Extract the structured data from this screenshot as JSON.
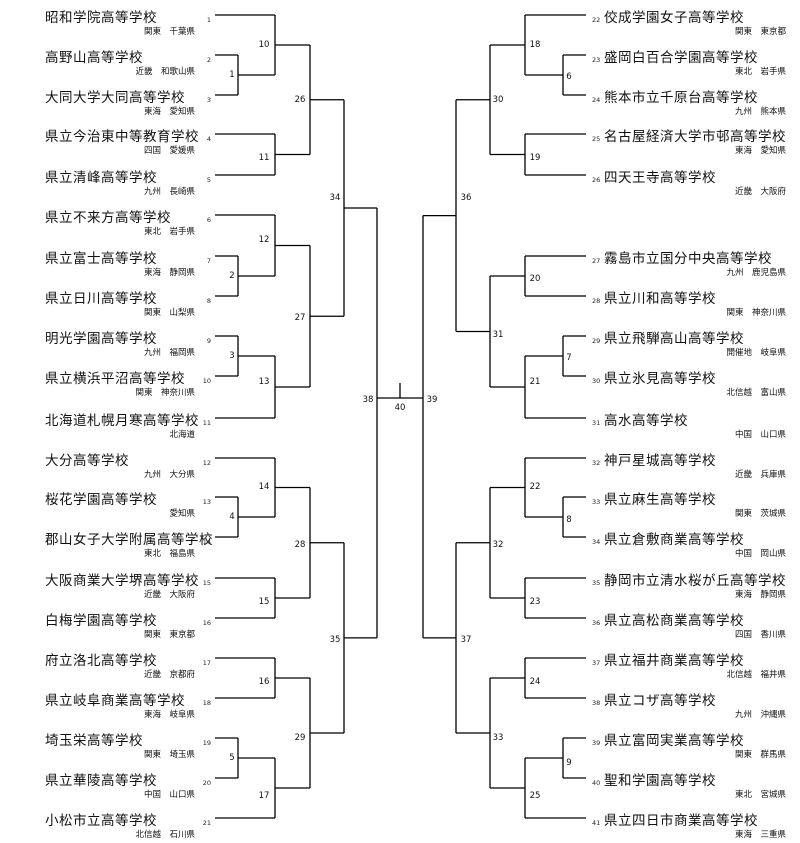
{
  "left_teams": [
    {
      "seed": "1",
      "name": "昭和学院高等学校",
      "region": "関東",
      "pref": "千葉県"
    },
    {
      "seed": "2",
      "name": "高野山高等学校",
      "region": "近畿",
      "pref": "和歌山県"
    },
    {
      "seed": "3",
      "name": "大同大学大同高等学校",
      "region": "東海",
      "pref": "愛知県"
    },
    {
      "seed": "4",
      "name": "県立今治東中等教育学校",
      "region": "四国",
      "pref": "愛媛県"
    },
    {
      "seed": "5",
      "name": "県立清峰高等学校",
      "region": "九州",
      "pref": "長崎県"
    },
    {
      "seed": "6",
      "name": "県立不来方高等学校",
      "region": "東北",
      "pref": "岩手県"
    },
    {
      "seed": "7",
      "name": "県立富士高等学校",
      "region": "東海",
      "pref": "静岡県"
    },
    {
      "seed": "8",
      "name": "県立日川高等学校",
      "region": "関東",
      "pref": "山梨県"
    },
    {
      "seed": "9",
      "name": "明光学園高等学校",
      "region": "九州",
      "pref": "福岡県"
    },
    {
      "seed": "10",
      "name": "県立横浜平沼高等学校",
      "region": "関東",
      "pref": "神奈川県"
    },
    {
      "seed": "11",
      "name": "北海道札幌月寒高等学校",
      "region": "",
      "pref": "北海道"
    },
    {
      "seed": "12",
      "name": "大分高等学校",
      "region": "九州",
      "pref": "大分県"
    },
    {
      "seed": "13",
      "name": "桜花学園高等学校",
      "region": "",
      "pref": "愛知県"
    },
    {
      "seed": "14",
      "name": "郡山女子大学附属高等学校",
      "region": "東北",
      "pref": "福島県"
    },
    {
      "seed": "15",
      "name": "大阪商業大学堺高等学校",
      "region": "近畿",
      "pref": "大阪府"
    },
    {
      "seed": "16",
      "name": "白梅学園高等学校",
      "region": "関東",
      "pref": "東京都"
    },
    {
      "seed": "17",
      "name": "府立洛北高等学校",
      "region": "近畿",
      "pref": "京都府"
    },
    {
      "seed": "18",
      "name": "県立岐阜商業高等学校",
      "region": "東海",
      "pref": "岐阜県"
    },
    {
      "seed": "19",
      "name": "埼玉栄高等学校",
      "region": "関東",
      "pref": "埼玉県"
    },
    {
      "seed": "20",
      "name": "県立華陵高等学校",
      "region": "中国",
      "pref": "山口県"
    },
    {
      "seed": "21",
      "name": "小松市立高等学校",
      "region": "北信越",
      "pref": "石川県"
    }
  ],
  "right_teams": [
    {
      "seed": "22",
      "name": "佼成学園女子高等学校",
      "region": "関東",
      "pref": "東京都"
    },
    {
      "seed": "23",
      "name": "盛岡白百合学園高等学校",
      "region": "東北",
      "pref": "岩手県"
    },
    {
      "seed": "24",
      "name": "熊本市立千原台高等学校",
      "region": "九州",
      "pref": "熊本県"
    },
    {
      "seed": "25",
      "name": "名古屋経済大学市邨高等学校",
      "region": "東海",
      "pref": "愛知県"
    },
    {
      "seed": "26",
      "name": "四天王寺高等学校",
      "region": "近畿",
      "pref": "大阪府"
    },
    {
      "seed": "27",
      "name": "霧島市立国分中央高等学校",
      "region": "九州",
      "pref": "鹿児島県"
    },
    {
      "seed": "28",
      "name": "県立川和高等学校",
      "region": "関東",
      "pref": "神奈川県"
    },
    {
      "seed": "29",
      "name": "県立飛騨高山高等学校",
      "region": "開催地",
      "pref": "岐阜県"
    },
    {
      "seed": "30",
      "name": "県立氷見高等学校",
      "region": "北信越",
      "pref": "富山県"
    },
    {
      "seed": "31",
      "name": "高水高等学校",
      "region": "中国",
      "pref": "山口県"
    },
    {
      "seed": "32",
      "name": "神戸星城高等学校",
      "region": "近畿",
      "pref": "兵庫県"
    },
    {
      "seed": "33",
      "name": "県立麻生高等学校",
      "region": "関東",
      "pref": "茨城県"
    },
    {
      "seed": "34",
      "name": "県立倉敷商業高等学校",
      "region": "中国",
      "pref": "岡山県"
    },
    {
      "seed": "35",
      "name": "静岡市立清水桜が丘高等学校",
      "region": "東海",
      "pref": "静岡県"
    },
    {
      "seed": "36",
      "name": "県立高松商業高等学校",
      "region": "四国",
      "pref": "香川県"
    },
    {
      "seed": "37",
      "name": "県立福井商業高等学校",
      "region": "北信越",
      "pref": "福井県"
    },
    {
      "seed": "38",
      "name": "県立コザ高等学校",
      "region": "九州",
      "pref": "沖縄県"
    },
    {
      "seed": "39",
      "name": "県立富岡実業高等学校",
      "region": "関東",
      "pref": "群馬県"
    },
    {
      "seed": "40",
      "name": "聖和学園高等学校",
      "region": "東北",
      "pref": "宮城県"
    },
    {
      "seed": "41",
      "name": "県立四日市商業高等学校",
      "region": "東海",
      "pref": "三重県"
    }
  ],
  "match_numbers": {
    "m1": "1",
    "m2": "2",
    "m3": "3",
    "m4": "4",
    "m5": "5",
    "m6": "6",
    "m7": "7",
    "m8": "8",
    "m9": "9",
    "m10": "10",
    "m11": "11",
    "m12": "12",
    "m13": "13",
    "m14": "14",
    "m15": "15",
    "m16": "16",
    "m17": "17",
    "m18": "18",
    "m19": "19",
    "m20": "20",
    "m21": "21",
    "m22": "22",
    "m23": "23",
    "m24": "24",
    "m25": "25",
    "m26": "26",
    "m27": "27",
    "m28": "28",
    "m29": "29",
    "m30": "30",
    "m31": "31",
    "m32": "32",
    "m33": "33",
    "m34": "34",
    "m35": "35",
    "m36": "36",
    "m37": "37",
    "m38": "38",
    "m39": "39",
    "m40": "40"
  }
}
